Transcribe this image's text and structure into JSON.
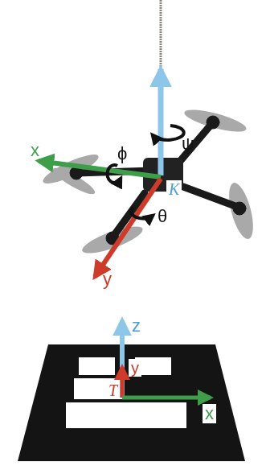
{
  "diagram": {
    "labels": [
      "ψ",
      "x",
      "ϕ",
      "K",
      "θ",
      "y",
      "z",
      "y",
      "T",
      "x"
    ]
  }
}
